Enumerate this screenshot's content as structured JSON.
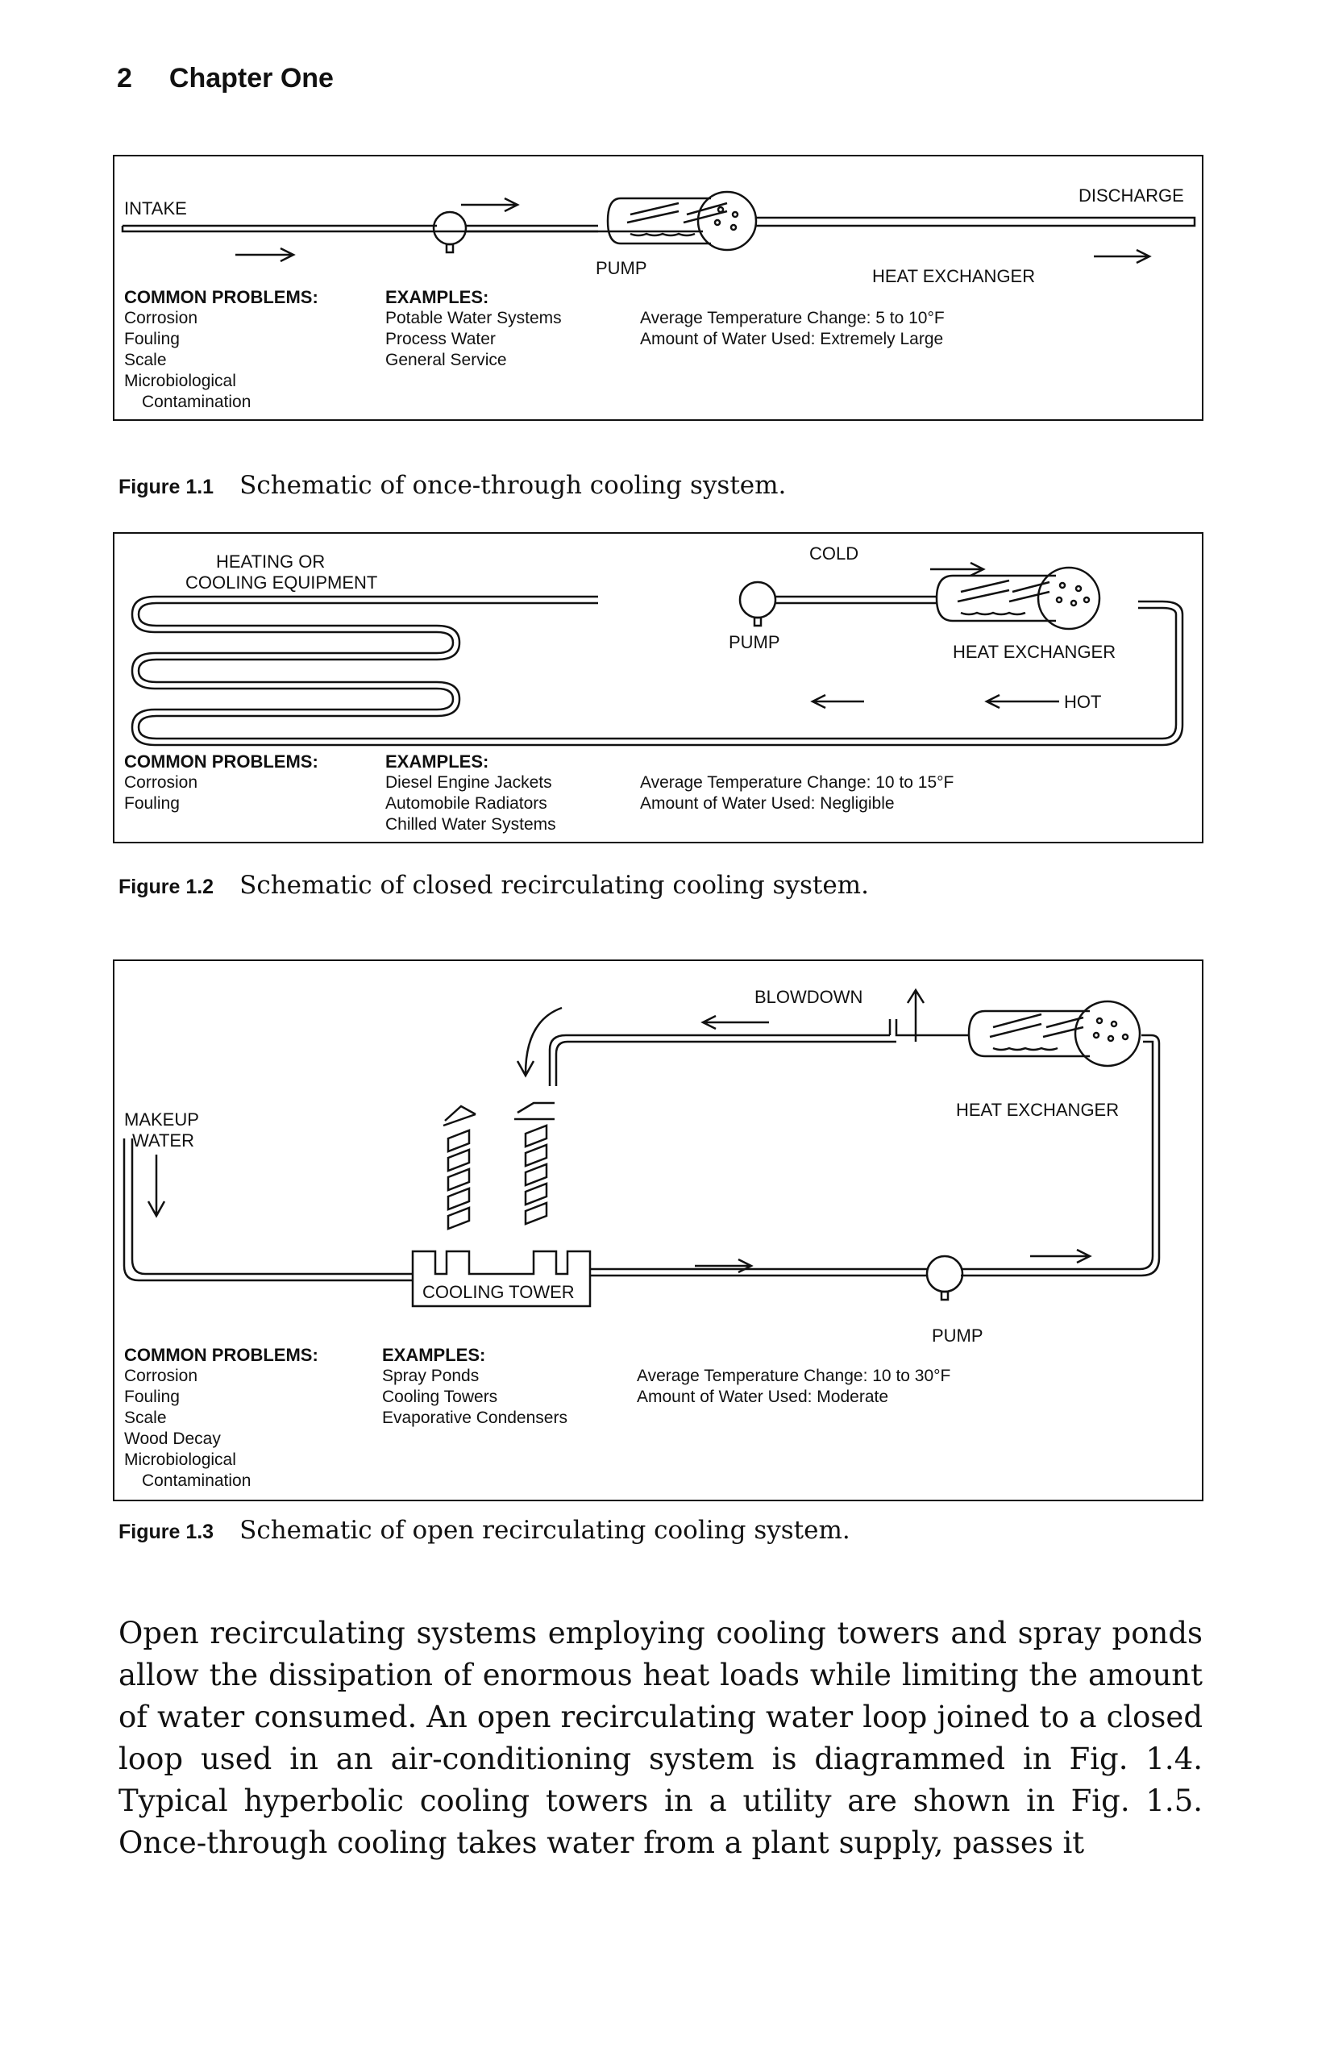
{
  "header": {
    "page_number": "2",
    "chapter": "Chapter One"
  },
  "figures": [
    {
      "labels": {
        "intake": "INTAKE",
        "pump": "PUMP",
        "heat_exchanger": "HEAT EXCHANGER",
        "discharge": "DISCHARGE"
      },
      "problems_heading": "COMMON PROBLEMS:",
      "problems": [
        "Corrosion",
        "Fouling",
        "Scale",
        "Microbiological",
        "Contamination"
      ],
      "examples_heading": "EXAMPLES:",
      "examples": [
        "Potable Water Systems",
        "Process Water",
        "General Service"
      ],
      "stats": [
        "Average Temperature Change: 5 to 10°F",
        "Amount of Water Used: Extremely Large"
      ],
      "caption_number": "Figure 1.1",
      "caption_text": "Schematic of once-through cooling system."
    },
    {
      "labels": {
        "equipment_line1": "HEATING OR",
        "equipment_line2": "COOLING EQUIPMENT",
        "cold": "COLD",
        "pump": "PUMP",
        "heat_exchanger": "HEAT EXCHANGER",
        "hot": "HOT"
      },
      "problems_heading": "COMMON PROBLEMS:",
      "problems": [
        "Corrosion",
        "Fouling"
      ],
      "examples_heading": "EXAMPLES:",
      "examples": [
        "Diesel Engine Jackets",
        "Automobile Radiators",
        "Chilled Water Systems"
      ],
      "stats": [
        "Average Temperature Change: 10 to 15°F",
        "Amount of Water Used: Negligible"
      ],
      "caption_number": "Figure 1.2",
      "caption_text": "Schematic of closed recirculating cooling system."
    },
    {
      "labels": {
        "blowdown": "BLOWDOWN",
        "heat_exchanger": "HEAT EXCHANGER",
        "makeup_line1": "MAKEUP",
        "makeup_line2": "WATER",
        "cooling_tower": "COOLING TOWER",
        "pump": "PUMP"
      },
      "problems_heading": "COMMON PROBLEMS:",
      "problems": [
        "Corrosion",
        "Fouling",
        "Scale",
        "Wood Decay",
        "Microbiological",
        "Contamination"
      ],
      "examples_heading": "EXAMPLES:",
      "examples": [
        "Spray Ponds",
        "Cooling Towers",
        "Evaporative Condensers"
      ],
      "stats": [
        "Average Temperature Change: 10 to 30°F",
        "Amount of Water Used: Moderate"
      ],
      "caption_number": "Figure 1.3",
      "caption_text": "Schematic of open recirculating cooling system."
    }
  ],
  "body_paragraph": "Open recirculating systems employing cooling towers and spray ponds allow the dissipation of enormous heat loads while limiting the amount of water consumed. An open recirculating water loop joined to a closed loop used in an air-conditioning system is diagrammed in Fig. 1.4. Typical hyperbolic cooling towers in a utility are shown in Fig. 1.5. Once-through cooling takes water from a plant supply, passes it"
}
